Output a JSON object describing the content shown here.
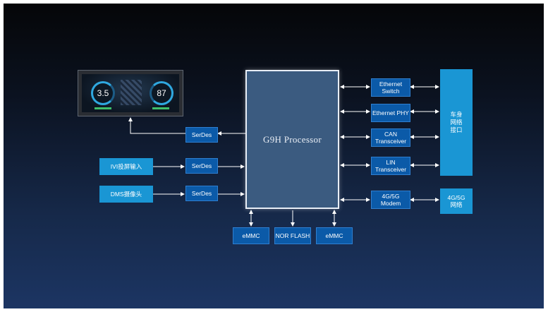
{
  "processor": {
    "label": "G9H Processor"
  },
  "cluster": {
    "left_value": "3.5",
    "right_value": "87"
  },
  "left_boxes": {
    "ivi": "IVI投屏输入",
    "dms": "DMS摄像头"
  },
  "serdes": {
    "top": "SerDes",
    "mid": "SerDes",
    "bottom": "SerDes"
  },
  "right_boxes": {
    "ethernet_switch": "Ethernet Switch",
    "ethernet_phy": "Ethernet PHY",
    "can": "CAN Transceiver",
    "lin": "LIN Transceiver",
    "modem": "4G/5G Modem"
  },
  "far_right": {
    "body_network": "车身\n网络\n接口",
    "cellular": "4G/5G\n网络"
  },
  "bottom_boxes": {
    "emmc_left": "eMMC",
    "nor_flash": "NOR FLASH",
    "emmc_right": "eMMC"
  },
  "colors": {
    "background_top": "#050608",
    "background_bottom": "#1c3563",
    "dark_box": "#0b5aa8",
    "light_box": "#1a96d4",
    "processor": "#3b5b80"
  }
}
